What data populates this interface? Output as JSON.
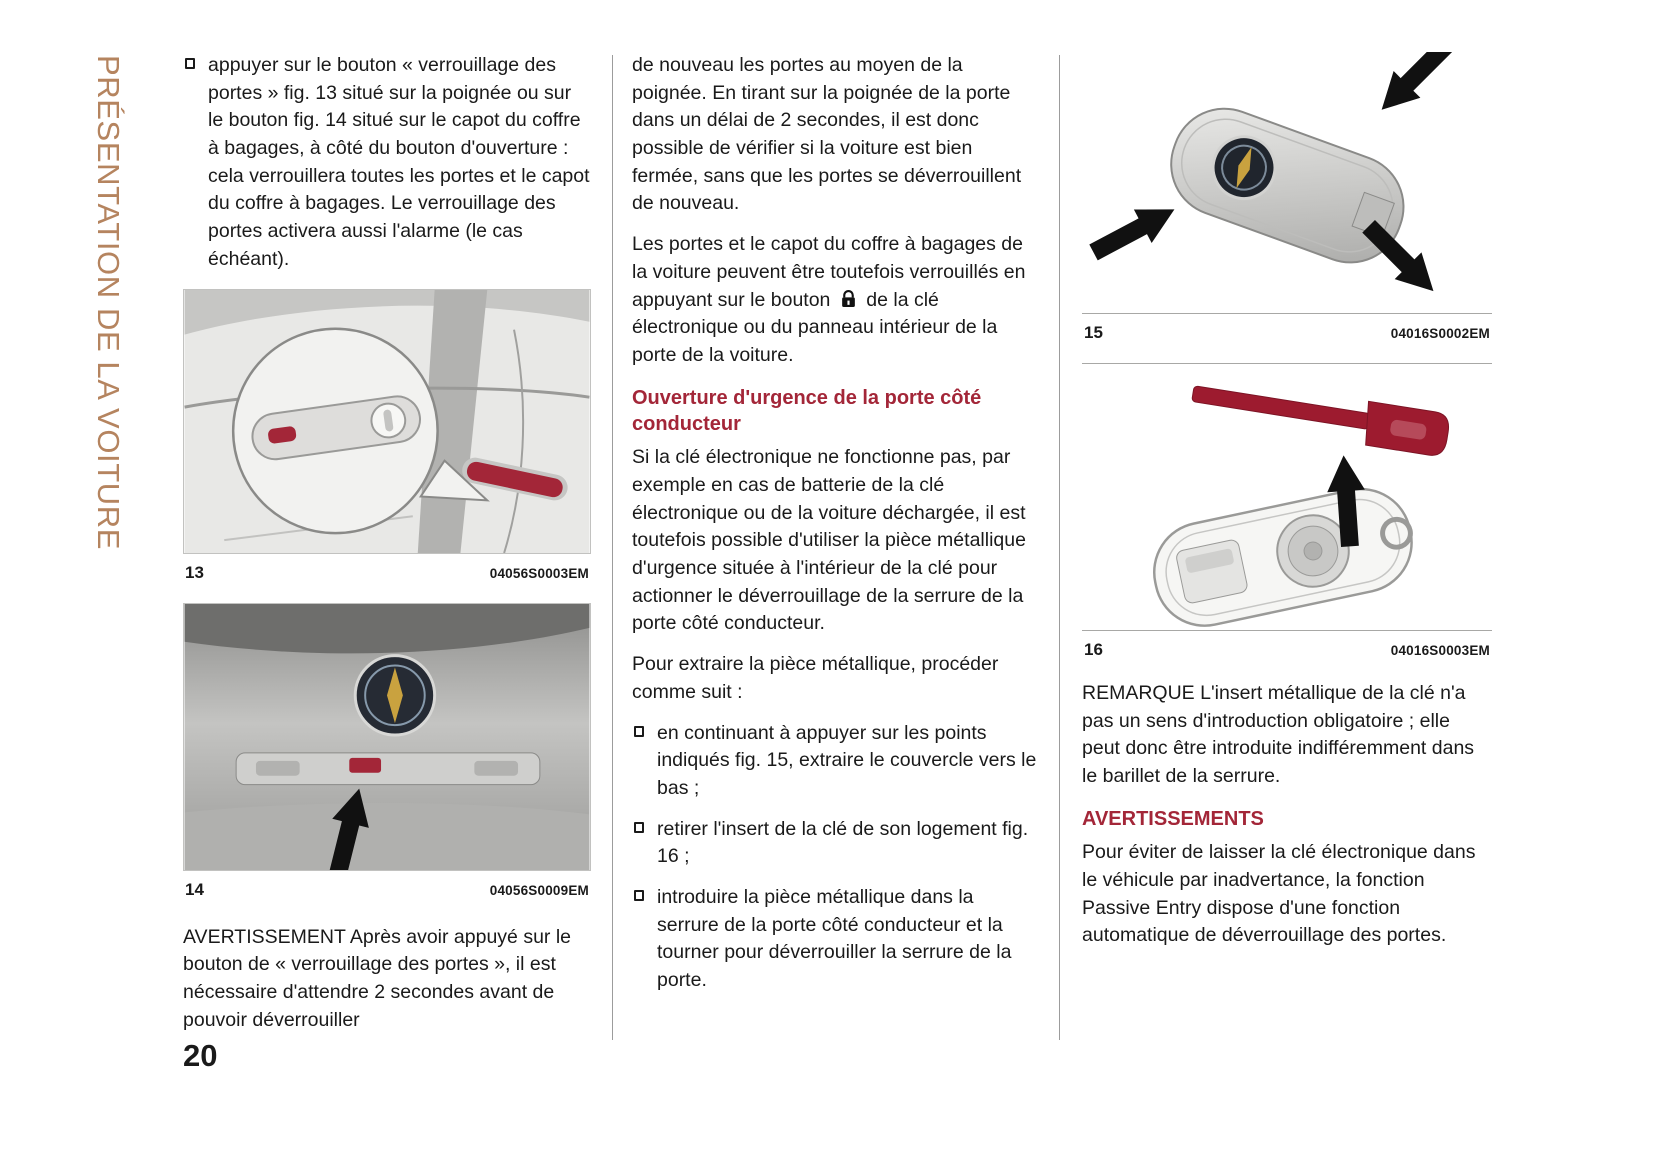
{
  "page": {
    "number": "20",
    "sidebar_title": "PRÉSENTATION DE LA VOITURE"
  },
  "colors": {
    "accent_red": "#A32638",
    "sidebar_tan": "#B5845F",
    "figure_red": "#9D1B2F",
    "body_text": "#1A1A1A"
  },
  "icons": {
    "lock_button": "lock-icon",
    "bullet": "square-bullet-icon"
  },
  "col1": {
    "bullet1": "appuyer sur le bouton « verrouillage des portes » fig. 13 situé sur la poignée ou sur le bouton fig. 14 situé sur le capot du coffre à bagages, à côté du bouton d'ouverture : cela verrouillera toutes les portes et le capot du coffre à bagages. Le verrouillage des portes activera aussi l'alarme (le cas échéant).",
    "fig13": {
      "number": "13",
      "code": "04056S0003EM"
    },
    "fig14": {
      "number": "14",
      "code": "04056S0009EM"
    },
    "warning": "AVERTISSEMENT Après avoir appuyé sur le bouton de « verrouillage des portes », il est nécessaire d'attendre 2 secondes avant de pouvoir déverrouiller"
  },
  "col2": {
    "p1": "de nouveau les portes au moyen de la poignée. En tirant sur la poignée de la porte dans un délai de 2 secondes, il est donc possible de vérifier si la voiture est bien fermée, sans que les portes se déverrouillent de nouveau.",
    "p2_before": "Les portes et le capot du coffre à bagages de la voiture peuvent être toutefois verrouillés en appuyant sur le bouton",
    "p2_after": "de la clé électronique ou du panneau intérieur de la porte de la voiture.",
    "heading": "Ouverture d'urgence de la porte côté conducteur",
    "p3": "Si la clé électronique ne fonctionne pas, par exemple en cas de batterie de la clé électronique ou de la voiture déchargée, il est toutefois possible d'utiliser la pièce métallique d'urgence située à l'intérieur de la clé pour actionner le déverrouillage de la serrure de la porte côté conducteur.",
    "p4": "Pour extraire la pièce métallique, procéder comme suit :",
    "bullets": [
      "en continuant à appuyer sur les points indiqués fig. 15, extraire le couvercle vers le bas ;",
      "retirer l'insert de la clé de son logement fig. 16 ;",
      "introduire la pièce métallique dans la serrure de la porte côté conducteur et la tourner pour déverrouiller la serrure de la porte."
    ]
  },
  "col3": {
    "fig15": {
      "number": "15",
      "code": "04016S0002EM"
    },
    "fig16": {
      "number": "16",
      "code": "04016S0003EM"
    },
    "remark": "REMARQUE L'insert métallique de la clé n'a pas un sens d'introduction obligatoire ; elle peut donc être introduite indifféremment dans le barillet de la serrure.",
    "heading": "AVERTISSEMENTS",
    "p1": "Pour éviter de laisser la clé électronique dans le véhicule par inadvertance, la fonction Passive Entry dispose d'une fonction automatique de déverrouillage des portes."
  }
}
